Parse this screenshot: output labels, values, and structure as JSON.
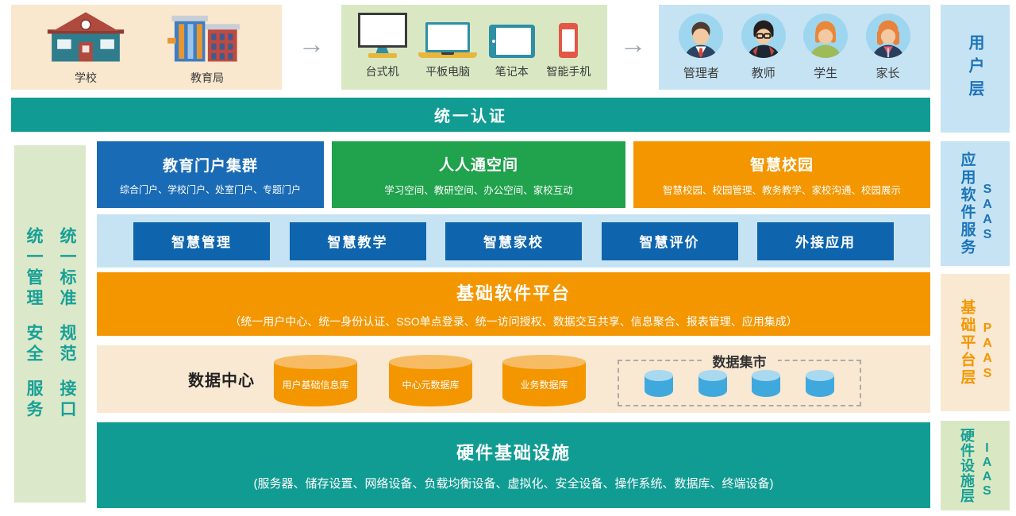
{
  "palette": {
    "teal": "#119C93",
    "portal_blue": "#1A6BB5",
    "space_green": "#21A24D",
    "campus_orange": "#F49600",
    "button_blue": "#0E65AE",
    "panel_blue": "#C6E3F3",
    "panel_beige": "#F9E8D2",
    "panel_green": "#D9E8C3",
    "rail_green": "#DBE8CA",
    "layer_text_blue": "#1C74B8",
    "cylinder_blue": "#3FA9DE",
    "arrow_gray": "#9CA3AA"
  },
  "top": {
    "arrow": "→",
    "orgs": {
      "items": [
        {
          "label": "学校",
          "icon": "school-building-icon"
        },
        {
          "label": "教育局",
          "icon": "bureau-building-icon"
        }
      ]
    },
    "devices": {
      "items": [
        {
          "label": "台式机",
          "icon": "desktop-icon"
        },
        {
          "label": "平板电脑",
          "icon": "laptop-icon"
        },
        {
          "label": "笔记本",
          "icon": "tablet-icon"
        },
        {
          "label": "智能手机",
          "icon": "smartphone-icon"
        }
      ]
    },
    "users": {
      "items": [
        {
          "label": "管理者",
          "icon": "admin-avatar"
        },
        {
          "label": "教师",
          "icon": "teacher-avatar"
        },
        {
          "label": "学生",
          "icon": "student-avatar"
        },
        {
          "label": "家长",
          "icon": "parent-avatar"
        }
      ]
    }
  },
  "auth_bar": {
    "label": "统一认证"
  },
  "left_rail": {
    "col1": [
      "统一管理",
      "安全",
      "服务"
    ],
    "col2": [
      "统一标准",
      "规范",
      "接口"
    ]
  },
  "layers": [
    {
      "label": "用户层",
      "en": ""
    },
    {
      "label": "应用软件服务",
      "en": "SAAS"
    },
    {
      "label": "基础平台层",
      "en": "PAAS"
    },
    {
      "label": "硬件设施层",
      "en": "IAAS"
    }
  ],
  "apps": [
    {
      "title": "教育门户集群",
      "subtitle": "综合门户、学校门户、处室门户、专题门户"
    },
    {
      "title": "人人通空间",
      "subtitle": "学习空间、教研空间、办公空间、家校互动"
    },
    {
      "title": "智慧校园",
      "subtitle": "智慧校园、校园管理、教务教学、家校沟通、校园展示"
    }
  ],
  "buttons": [
    "智慧管理",
    "智慧教学",
    "智慧家校",
    "智慧评价",
    "外接应用"
  ],
  "platform": {
    "title": "基础软件平台",
    "subtitle": "（统一用户中心、统一身份认证、SSO单点登录、统一访问授权、数据交互共享、信息聚合、报表管理、应用集成）"
  },
  "data_center": {
    "label": "数据中心",
    "databases": [
      "用户基础信息库",
      "中心元数据库",
      "业务数据库"
    ],
    "data_mart_label": "数据集市",
    "data_mart_cylinders": 4
  },
  "hardware": {
    "title": "硬件基础设施",
    "subtitle": "(服务器、储存设置、网络设备、负载均衡设备、虚拟化、安全设备、操作系统、数据库、终端设备)"
  }
}
